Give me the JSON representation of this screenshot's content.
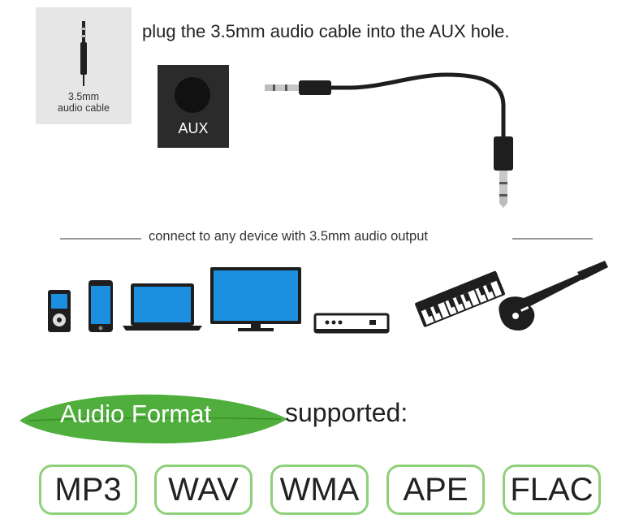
{
  "cable_card": {
    "caption_line1": "3.5mm",
    "caption_line2": "audio cable"
  },
  "headline": "plug the 3.5mm audio cable into the AUX hole.",
  "aux": {
    "label": "AUX"
  },
  "divider_text": "connect to any device with 3.5mm audio output",
  "devices": [
    {
      "icon": "mp3-player-icon"
    },
    {
      "icon": "smartphone-icon"
    },
    {
      "icon": "laptop-icon"
    },
    {
      "icon": "monitor-icon"
    },
    {
      "icon": "set-top-box-icon"
    },
    {
      "icon": "keyboard-synth-icon"
    },
    {
      "icon": "electric-guitar-icon"
    }
  ],
  "audio_format": {
    "leaf_label": "Audio Format",
    "suffix": "supported:"
  },
  "formats": [
    "MP3",
    "WAV",
    "WMA",
    "APE",
    "FLAC"
  ],
  "colors": {
    "leaf_green": "#4fae3c",
    "badge_border": "#8fd07a",
    "device_blue": "#1d8fe0",
    "dark": "#2b2b2b"
  }
}
